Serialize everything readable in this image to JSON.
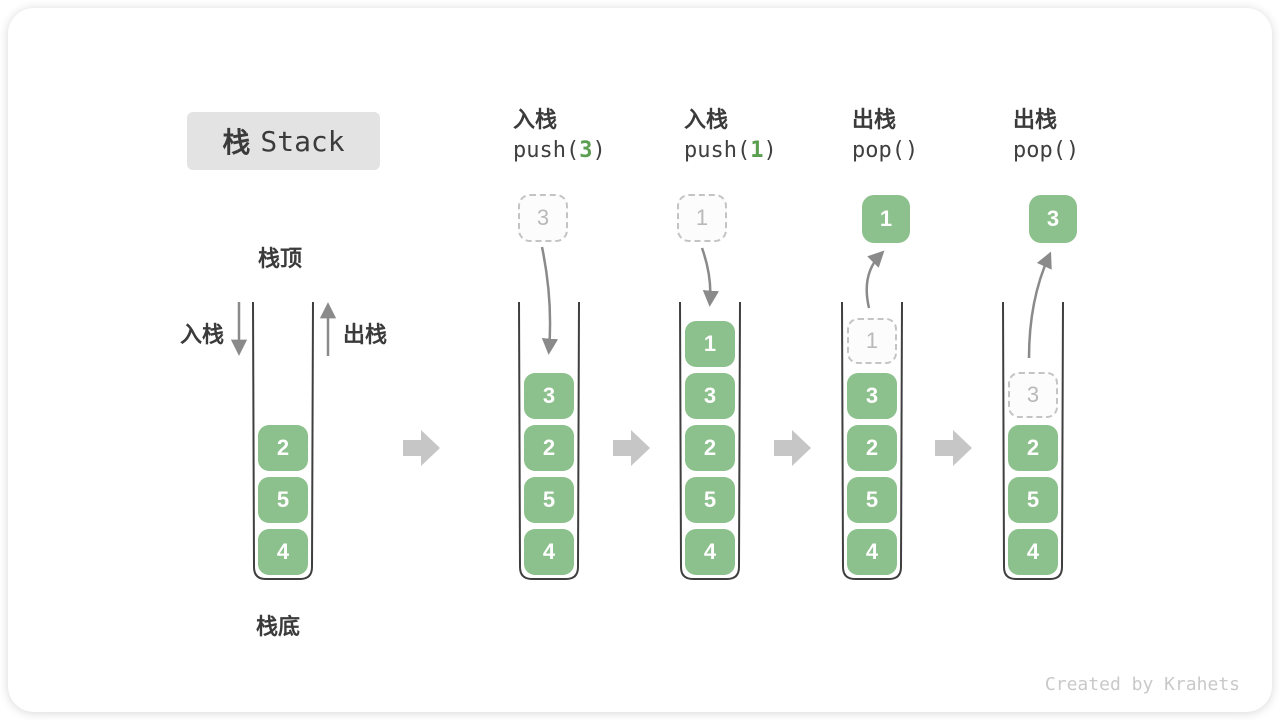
{
  "title": {
    "zh": "栈",
    "en": "Stack"
  },
  "labels": {
    "stack_top": "栈顶",
    "stack_bottom": "栈底",
    "push_in": "入栈",
    "pop_out": "出栈"
  },
  "columns": [
    {
      "label": "入栈",
      "code_pre": "push(",
      "code_arg": "3",
      "code_post": ")"
    },
    {
      "label": "入栈",
      "code_pre": "push(",
      "code_arg": "1",
      "code_post": ")"
    },
    {
      "label": "出栈",
      "code_pre": "pop(",
      "code_arg": "",
      "code_post": ")"
    },
    {
      "label": "出栈",
      "code_pre": "pop(",
      "code_arg": "",
      "code_post": ")"
    }
  ],
  "stacks": [
    {
      "cells": [
        "2",
        "5",
        "4"
      ]
    },
    {
      "incoming": "3",
      "cells": [
        "3",
        "2",
        "5",
        "4"
      ]
    },
    {
      "incoming": "1",
      "cells": [
        "1",
        "3",
        "2",
        "5",
        "4"
      ]
    },
    {
      "outgoing": "1",
      "ghost": "1",
      "cells": [
        "3",
        "2",
        "5",
        "4"
      ]
    },
    {
      "outgoing": "3",
      "ghost": "3",
      "cells": [
        "2",
        "5",
        "4"
      ]
    }
  ],
  "credit": "Created by Krahets",
  "colors": {
    "cell_green": "#8cc08c",
    "code_arg_green": "#5b9e50",
    "container_stroke": "#3f3f3f",
    "flow_arrow_gray": "#c6c6c6",
    "motion_arrow_gray": "#8a8a8a"
  }
}
